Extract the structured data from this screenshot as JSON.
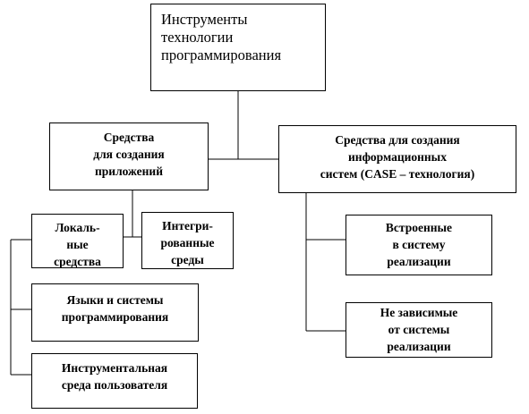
{
  "root": {
    "text": "Инструменты\nтехнологии\nпрограммирования"
  },
  "apps": {
    "text": "Средства\nдля создания\nприложений"
  },
  "info": {
    "text": "Средства для создания\nинформационных\nсистем (CASE – технология)"
  },
  "local": {
    "text": "Локаль-\nные\nсредства"
  },
  "integrated": {
    "text": "Интегри-\nрованные\nсреды"
  },
  "languages": {
    "text": "Языки и системы\nпрограммирования"
  },
  "user_env": {
    "text": "Инструментальная\nсреда пользователя"
  },
  "builtin": {
    "text": "Встроенные\nв систему\nреализации"
  },
  "independent": {
    "text": "Не зависимые\nот системы\nреализации"
  }
}
